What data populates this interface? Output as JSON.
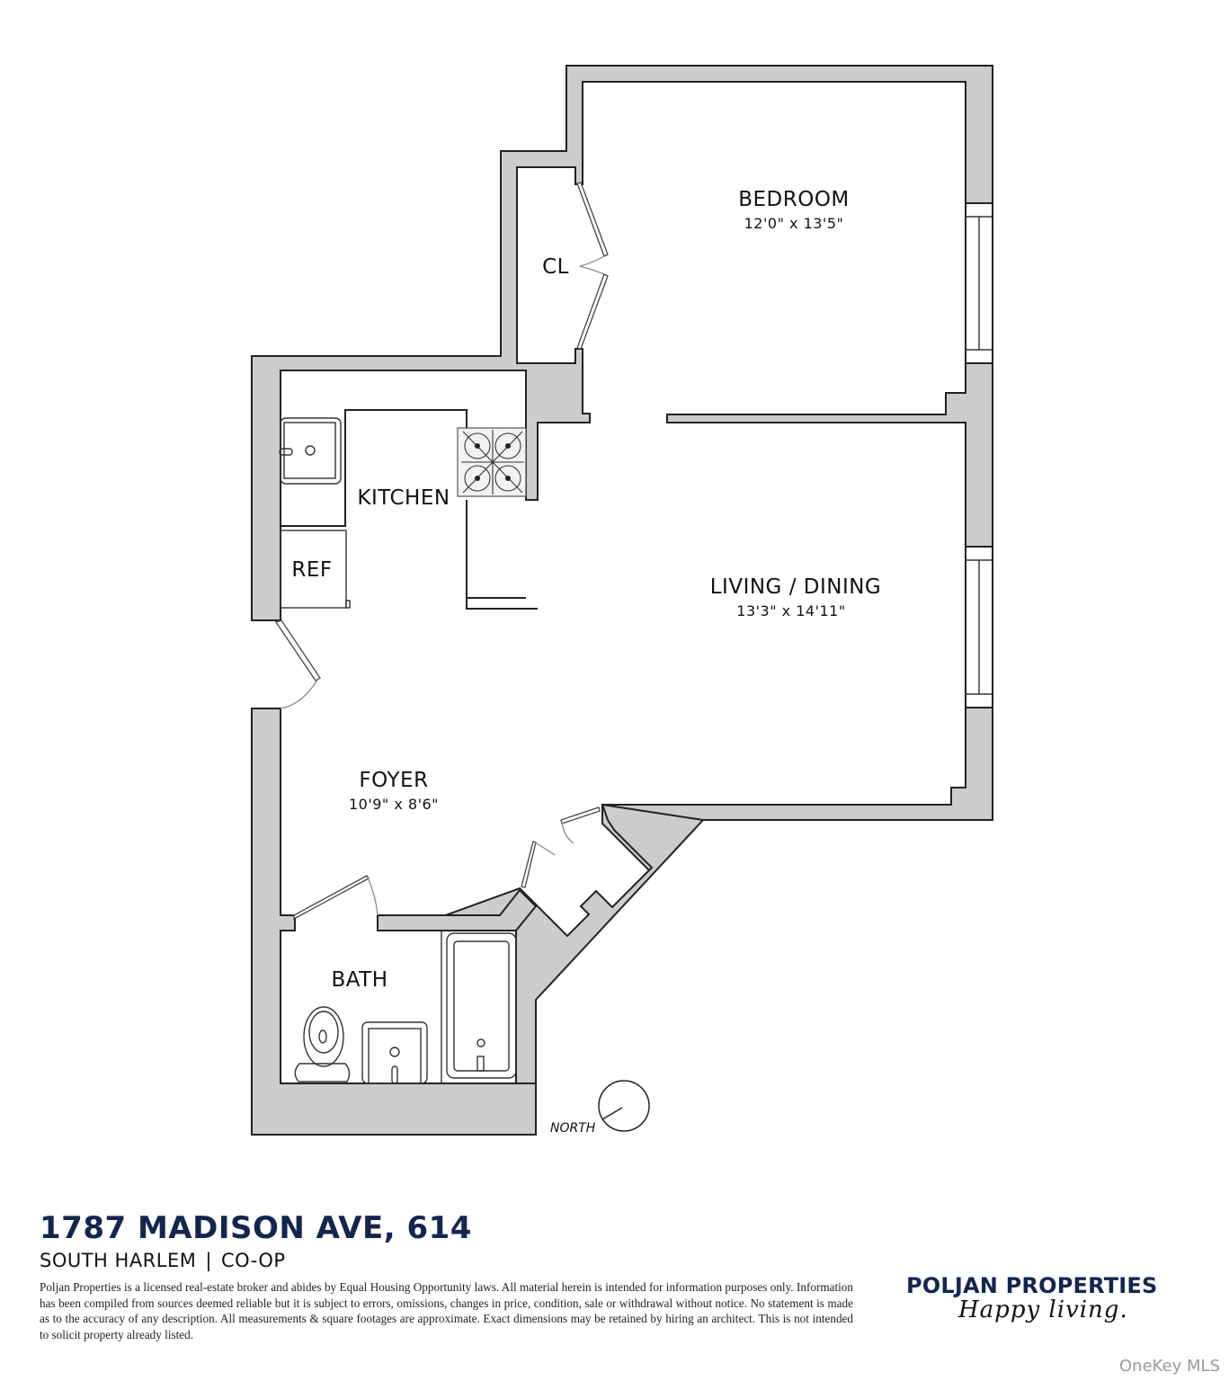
{
  "floorplan": {
    "rooms": [
      {
        "id": "bedroom",
        "label": "BEDROOM",
        "dimensions": "12'0\" x 13'5\""
      },
      {
        "id": "closet",
        "label": "CL"
      },
      {
        "id": "kitchen",
        "label": "KITCHEN"
      },
      {
        "id": "refrigerator",
        "label": "REF"
      },
      {
        "id": "living-dining",
        "label": "LIVING / DINING",
        "dimensions": "13'3\" x 14'11\""
      },
      {
        "id": "foyer",
        "label": "FOYER",
        "dimensions": "10'9\" x 8'6\""
      },
      {
        "id": "bath",
        "label": "BATH"
      }
    ],
    "compass": {
      "label": "NORTH"
    },
    "colors": {
      "wall_fill": "#cccccc",
      "wall_outline": "#222222"
    }
  },
  "listing": {
    "address": "1787 MADISON AVE, 614",
    "neighborhood": "SOUTH HARLEM",
    "separator": "|",
    "property_type": "CO-OP",
    "disclaimer": "Poljan Properties is a licensed real-estate broker and abides by Equal Housing Opportunity laws. All material herein is intended for information purposes only. Information has been compiled from sources deemed reliable but it is subject to errors, omissions, changes in price, condition, sale or withdrawal without notice. No statement is made as to the accuracy of any description. All measurements & square footages are approximate. Exact dimensions may be retained by hiring an architect. This is not intended to solicit property already listed."
  },
  "brand": {
    "name": "POLJAN PROPERTIES",
    "tagline": "Happy living.",
    "color": "#14264f"
  },
  "watermark": "OneKey MLS"
}
